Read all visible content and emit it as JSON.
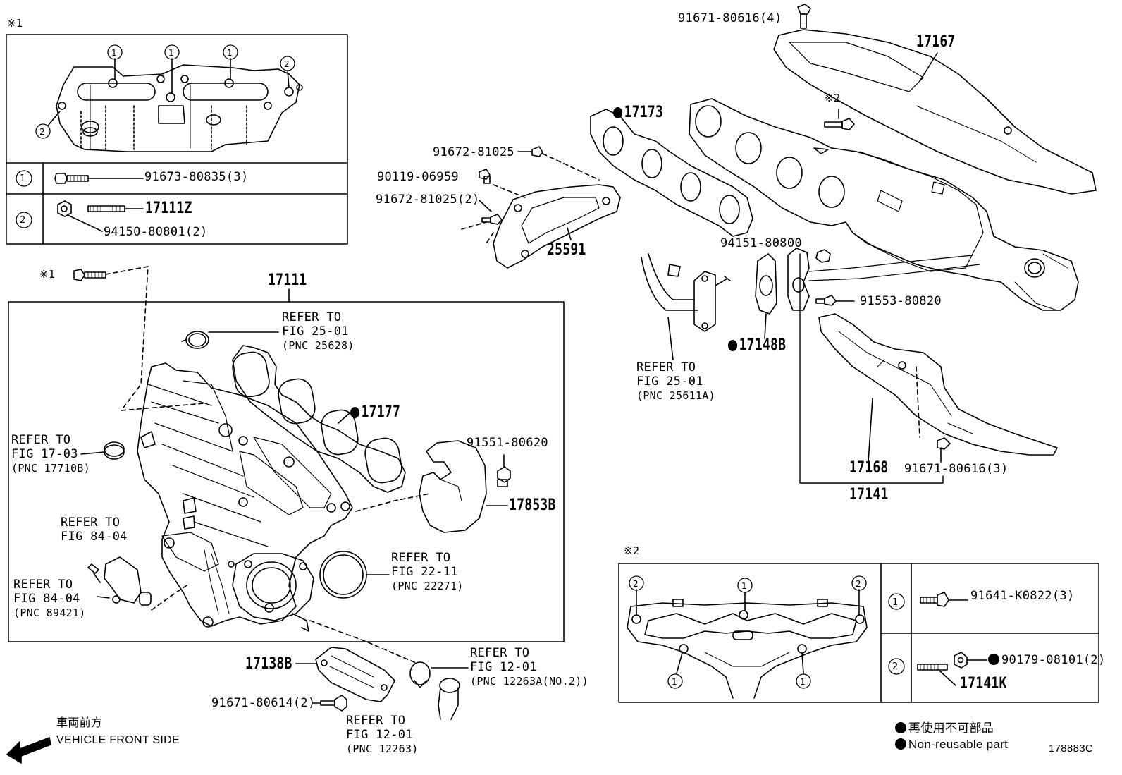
{
  "inset1": {
    "mark": "※1",
    "rows": [
      {
        "num": "1",
        "pn": "91673-80835(3)"
      },
      {
        "num": "2",
        "pn_a": "17111Z",
        "pn_b": "94150-80801(2)"
      }
    ]
  },
  "inset2": {
    "mark": "※2",
    "rows": [
      {
        "num": "1",
        "pn": "91641-K0822(3)"
      },
      {
        "num": "2",
        "pn_a": "90179-08101(2)",
        "pn_b": "17141K"
      }
    ]
  },
  "callouts": {
    "c1": "1",
    "c2": "2"
  },
  "labels": {
    "mark1_bolt": "※1",
    "mark2_bolt": "※2",
    "p17111": "17111",
    "p17177": "17177",
    "p91551": "91551-80620",
    "p17853b": "17853B",
    "p17138b": "17138B",
    "p91671_614": "91671-80614(2)",
    "p91671_616_4": "91671-80616(4)",
    "p17167": "17167",
    "p17173": "17173",
    "p91672_a": "91672-81025",
    "p90119": "90119-06959",
    "p91672_b": "91672-81025(2)",
    "p25591": "25591",
    "p94151": "94151-80800",
    "p91553": "91553-80820",
    "p17148b": "17148B",
    "p17168": "17168",
    "p91671_616_3": "91671-80616(3)",
    "p17141": "17141",
    "diagram_id": "178883C"
  },
  "refs": {
    "r25628": {
      "line1": "REFER TO",
      "line2": "FIG 25-01",
      "line3": "(PNC 25628)"
    },
    "r17710b": {
      "line1": "REFER TO",
      "line2": "FIG 17-03",
      "line3": "(PNC 17710B)"
    },
    "r84_04": {
      "line1": "REFER TO",
      "line2": "FIG 84-04"
    },
    "r89421": {
      "line1": "REFER TO",
      "line2": "FIG 84-04",
      "line3": "(PNC 89421)"
    },
    "r22271": {
      "line1": "REFER TO",
      "line2": "FIG 22-11",
      "line3": "(PNC 22271)"
    },
    "r12263a": {
      "line1": "REFER TO",
      "line2": "FIG 12-01",
      "line3": "(PNC 12263A(NO.2))"
    },
    "r12263": {
      "line1": "REFER TO",
      "line2": "FIG 12-01",
      "line3": "(PNC 12263)"
    },
    "r25611a": {
      "line1": "REFER TO",
      "line2": "FIG 25-01",
      "line3": "(PNC 25611A)"
    }
  },
  "front": {
    "jp": "車両前方",
    "en": "VEHICLE FRONT SIDE"
  },
  "legend": {
    "jp": "再使用不可部品",
    "en": "Non-reusable part"
  },
  "colors": {
    "ink": "#000000",
    "paper": "#ffffff"
  }
}
